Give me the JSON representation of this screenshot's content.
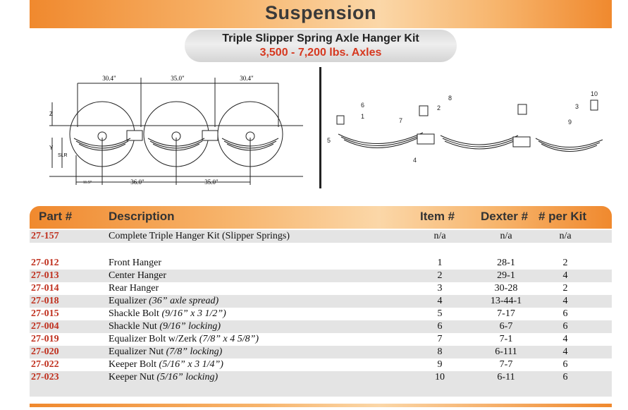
{
  "header": {
    "title": "Suspension"
  },
  "kit": {
    "title": "Triple Slipper Spring Axle Hanger Kit",
    "capacity": "3,500 - 7,200 lbs. Axles"
  },
  "diagram_left": {
    "dims_top": [
      "30.4\"",
      "35.0\"",
      "30.4\""
    ],
    "dims_bottom": [
      "11.5\"",
      "36.0\"",
      "35.0\""
    ],
    "side_labels": [
      "Z",
      "Y",
      "SLR"
    ]
  },
  "diagram_right": {
    "callouts": [
      "1",
      "2",
      "3",
      "4",
      "5",
      "6",
      "7",
      "8",
      "9",
      "10"
    ]
  },
  "table": {
    "headers": {
      "part": "Part #",
      "description": "Description",
      "item": "Item #",
      "dexter": "Dexter #",
      "per_kit": "# per Kit"
    },
    "rows": [
      {
        "part": "27-157",
        "desc": "Complete Triple Hanger Kit (Slipper Springs)",
        "desc_note": "",
        "item": "n/a",
        "dexter": "n/a",
        "per_kit": "n/a"
      },
      {
        "part": "27-012",
        "desc": "Front Hanger",
        "desc_note": "",
        "item": "1",
        "dexter": "28-1",
        "per_kit": "2"
      },
      {
        "part": "27-013",
        "desc": "Center Hanger",
        "desc_note": "",
        "item": "2",
        "dexter": "29-1",
        "per_kit": "4"
      },
      {
        "part": "27-014",
        "desc": "Rear Hanger",
        "desc_note": "",
        "item": "3",
        "dexter": "30-28",
        "per_kit": "2"
      },
      {
        "part": "27-018",
        "desc": "Equalizer ",
        "desc_note": "(36” axle spread)",
        "item": "4",
        "dexter": "13-44-1",
        "per_kit": "4"
      },
      {
        "part": "27-015",
        "desc": "Shackle Bolt ",
        "desc_note": "(9/16” x 3 1/2”)",
        "item": "5",
        "dexter": "7-17",
        "per_kit": "6"
      },
      {
        "part": "27-004",
        "desc": "Shackle Nut ",
        "desc_note": "(9/16” locking)",
        "item": "6",
        "dexter": "6-7",
        "per_kit": "6"
      },
      {
        "part": "27-019",
        "desc": "Equalizer Bolt w/Zerk ",
        "desc_note": "(7/8” x 4 5/8”)",
        "item": "7",
        "dexter": "7-1",
        "per_kit": "4"
      },
      {
        "part": "27-020",
        "desc": "Equalizer Nut ",
        "desc_note": "(7/8” locking)",
        "item": "8",
        "dexter": "6-111",
        "per_kit": "4"
      },
      {
        "part": "27-022",
        "desc": "Keeper Bolt ",
        "desc_note": "(5/16” x 3 1/4”)",
        "item": "9",
        "dexter": "7-7",
        "per_kit": "6"
      },
      {
        "part": "27-023",
        "desc": "Keeper Nut ",
        "desc_note": "(5/16” locking)",
        "item": "10",
        "dexter": "6-11",
        "per_kit": "6"
      }
    ]
  }
}
